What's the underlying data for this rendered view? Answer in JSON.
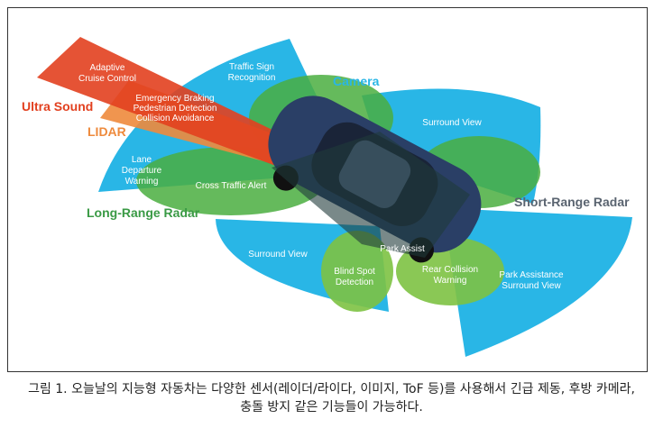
{
  "diagram": {
    "sensors": {
      "ultra_sound": "Ultra Sound",
      "lidar": "LIDAR",
      "camera": "Camera",
      "long_range_radar": "Long-Range Radar",
      "short_range_radar": "Short-Range Radar"
    },
    "functions": {
      "acc": [
        "Adaptive",
        "Cruise Control"
      ],
      "emergency": [
        "Emergency Braking",
        "Pedestrian Detection",
        "Collision Avoidance"
      ],
      "traffic_sign": [
        "Traffic Sign",
        "Recognition"
      ],
      "lane": [
        "Lane",
        "Departure",
        "Warning"
      ],
      "cross_traffic": "Cross Traffic Alert",
      "surround_front": "Surround View",
      "surround_rear": "Surround View",
      "park_assist": "Park Assist",
      "blind_spot": [
        "Blind Spot",
        "Detection"
      ],
      "rear_collision": [
        "Rear Collision",
        "Warning"
      ],
      "park_assistance": [
        "Park Assistance",
        "Surround View"
      ]
    },
    "colors": {
      "blue": "#29b6e6",
      "green": "#4aae3f",
      "red": "#e2401f",
      "orange": "#ee8a3c"
    }
  },
  "caption": [
    "그림 1. 오늘날의 지능형 자동차는 다양한 센서(레이더/라이다, 이미지, ToF 등)를 사용해서 긴급 제동, 후방 카메라,",
    "충돌 방지 같은 기능들이 가능하다."
  ]
}
